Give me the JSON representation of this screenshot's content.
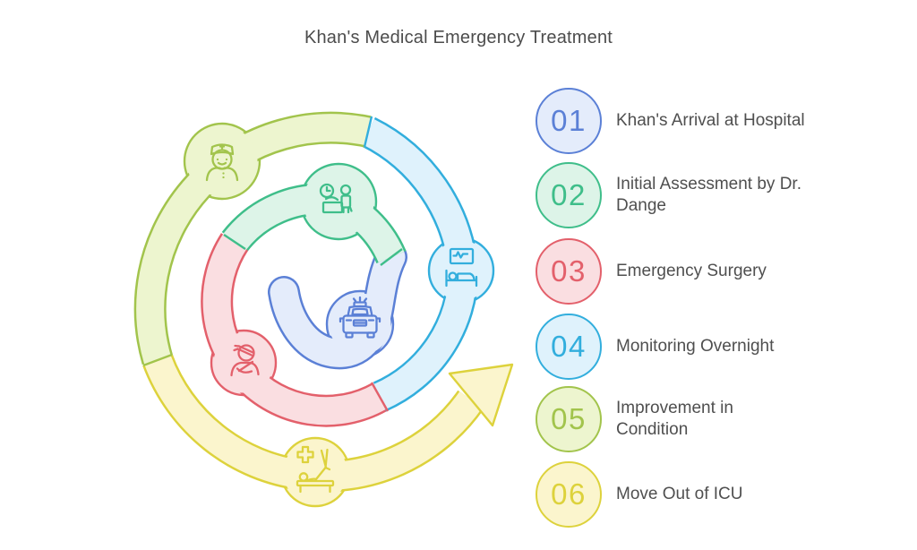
{
  "title": "Khan's Medical Emergency Treatment",
  "steps": [
    {
      "number": "01",
      "label": "Khan's Arrival at Hospital",
      "color": "#5b80d6",
      "fill": "#e4ecfb",
      "icon": "ambulance-icon"
    },
    {
      "number": "02",
      "label": "Initial Assessment by Dr. Dange",
      "color": "#3fbe8a",
      "fill": "#ddf4e8",
      "icon": "assessment-desk-clock-icon"
    },
    {
      "number": "03",
      "label": "Emergency Surgery",
      "color": "#e3606b",
      "fill": "#fadee1",
      "icon": "injured-patient-icon"
    },
    {
      "number": "04",
      "label": "Monitoring Overnight",
      "color": "#32aedd",
      "fill": "#dff2fc",
      "icon": "hospital-bed-monitor-icon"
    },
    {
      "number": "05",
      "label": "Improvement in Condition",
      "color": "#a2c44c",
      "fill": "#edf5cf",
      "icon": "doctor-icon"
    },
    {
      "number": "06",
      "label": "Move Out of ICU",
      "color": "#ddd23c",
      "fill": "#fbf5cd",
      "icon": "icu-bed-iv-icon"
    }
  ],
  "spiral": {
    "description": "spiral flow from center outward, counterclockwise, ending in arrow",
    "arrow_icon": "flow-arrow-icon",
    "segments": [
      {
        "step": "01",
        "ring": "inner",
        "color": "#5b80d6"
      },
      {
        "step": "02",
        "ring": "middle",
        "color": "#3fbe8a"
      },
      {
        "step": "03",
        "ring": "middle",
        "color": "#e3606b"
      },
      {
        "step": "04",
        "ring": "outer",
        "color": "#32aedd"
      },
      {
        "step": "05",
        "ring": "outer",
        "color": "#a2c44c"
      },
      {
        "step": "06",
        "ring": "outer",
        "color": "#ddd23c"
      }
    ]
  }
}
